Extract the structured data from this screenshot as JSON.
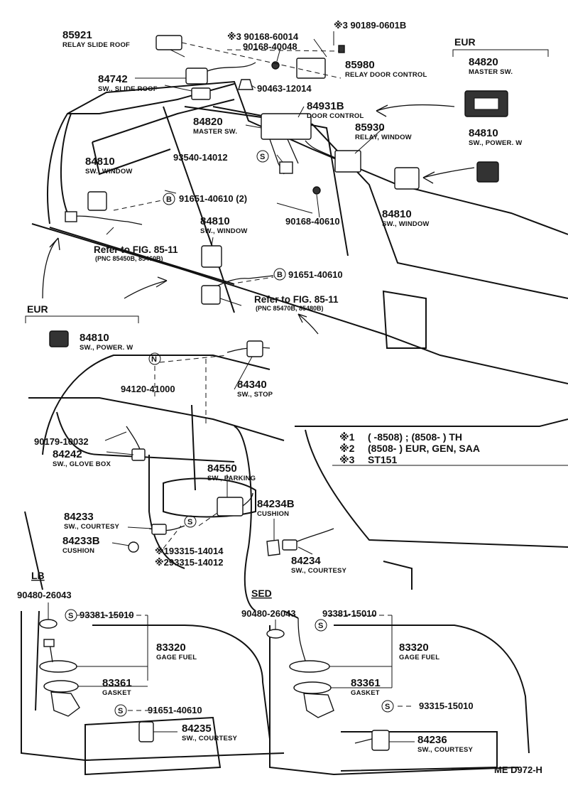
{
  "diagram_code": "ME D972-H",
  "sections": {
    "eur_top": "EUR",
    "eur_left": "EUR",
    "lb": "LB",
    "sed": "SED"
  },
  "symbols": {
    "b": "B",
    "s": "S",
    "n": "N"
  },
  "labels": {
    "p85921": {
      "num": "85921",
      "desc": "RELAY SLIDE ROOF"
    },
    "p90189": {
      "num": "※3 90189-0601B"
    },
    "p90168a": {
      "num": "※3 90168-60014"
    },
    "p90168b": {
      "num": "90168-40048"
    },
    "p85980": {
      "num": "85980",
      "desc": "RELAY DOOR CONTROL"
    },
    "p84742": {
      "num": "84742",
      "desc": "SW., SLIDE ROOF"
    },
    "p90463": {
      "num": "90463-12014"
    },
    "p84931b": {
      "num": "84931B",
      "desc": "DOOR CONTROL"
    },
    "p84820a": {
      "num": "84820",
      "desc": "MASTER SW."
    },
    "p84820b": {
      "num": "84820",
      "desc": "MASTER SW."
    },
    "p85930": {
      "num": "85930",
      "desc": "RELAY, WINDOW"
    },
    "p84810pw_top": {
      "num": "84810",
      "desc": "SW., POWER. W"
    },
    "p93540": {
      "num": "93540-14012"
    },
    "p84810win_a": {
      "num": "84810",
      "desc": "SW., WINDOW"
    },
    "p91651a": {
      "num": "91651-40610 (2)"
    },
    "p84810win_b": {
      "num": "84810",
      "desc": "SW., WINDOW"
    },
    "p90168c": {
      "num": "90168-40610"
    },
    "p84810win_c": {
      "num": "84810",
      "desc": "SW., WINDOW"
    },
    "ref1": {
      "num": "Refer to FIG. 85-11",
      "desc": "(PNC 85450B, 85460B)"
    },
    "p91651b": {
      "num": "91651-40610"
    },
    "ref2": {
      "num": "Refer to FIG. 85-11",
      "desc": "(PNC 85470B, 85480B)"
    },
    "p84810pw_left": {
      "num": "84810",
      "desc": "SW., POWER. W"
    },
    "p94120": {
      "num": "94120-41000"
    },
    "p84340": {
      "num": "84340",
      "desc": "SW., STOP"
    },
    "p90179": {
      "num": "90179-10032"
    },
    "p84242": {
      "num": "84242",
      "desc": "SW., GLOVE BOX"
    },
    "p84550": {
      "num": "84550",
      "desc": "SW., PARKING"
    },
    "p84234b": {
      "num": "84234B",
      "desc": "CUSHION"
    },
    "p84233": {
      "num": "84233",
      "desc": "SW., COURTESY"
    },
    "p84233b": {
      "num": "84233B",
      "desc": "CUSHION"
    },
    "p93315a": {
      "num": "※193315-14014"
    },
    "p93315b": {
      "num": "※293315-14012"
    },
    "p84234": {
      "num": "84234",
      "desc": "SW., COURTESY"
    },
    "lb_90480": {
      "num": "90480-26043"
    },
    "lb_93381": {
      "num": "93381-15010"
    },
    "lb_83320": {
      "num": "83320",
      "desc": "GAGE FUEL"
    },
    "lb_83361": {
      "num": "83361",
      "desc": "GASKET"
    },
    "lb_91651": {
      "num": "91651-40610"
    },
    "lb_84235": {
      "num": "84235",
      "desc": "SW., COURTESY"
    },
    "sed_90480": {
      "num": "90480-26043"
    },
    "sed_93381": {
      "num": "93381-15010"
    },
    "sed_83320": {
      "num": "83320",
      "desc": "GAGE FUEL"
    },
    "sed_83361": {
      "num": "83361",
      "desc": "GASKET"
    },
    "sed_93315": {
      "num": "93315-15010"
    },
    "sed_84236": {
      "num": "84236",
      "desc": "SW., COURTESY"
    }
  },
  "notes": [
    {
      "mark": "※1",
      "text": "(        -8508) ; (8508-        ) TH"
    },
    {
      "mark": "※2",
      "text": "(8508-        ) EUR, GEN, SAA"
    },
    {
      "mark": "※3",
      "text": "ST151"
    }
  ]
}
